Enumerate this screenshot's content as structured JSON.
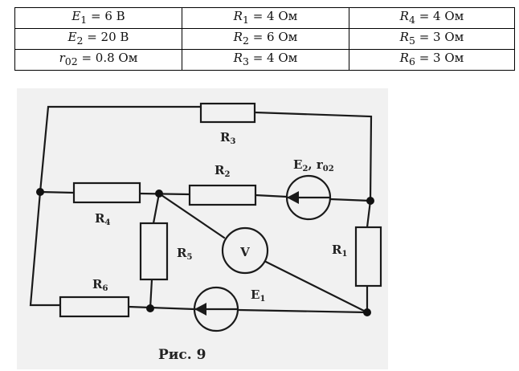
{
  "table": {
    "rows": [
      [
        {
          "sym": "E",
          "sub": "1",
          "value": " = 6 В"
        },
        {
          "sym": "R",
          "sub": "1",
          "value": " = 4 Ом"
        },
        {
          "sym": "R",
          "sub": "4",
          "value": " = 4 Ом"
        }
      ],
      [
        {
          "sym": "E",
          "sub": "2",
          "value": " = 20 В"
        },
        {
          "sym": "R",
          "sub": "2",
          "value": " = 6 Ом"
        },
        {
          "sym": "R",
          "sub": "5",
          "value": " = 3 Ом"
        }
      ],
      [
        {
          "sym": "r",
          "sub": "02",
          "value": " = 0.8 Ом"
        },
        {
          "sym": "R",
          "sub": "3",
          "value": " = 4 Ом"
        },
        {
          "sym": "R",
          "sub": "6",
          "value": " = 3 Ом"
        }
      ]
    ]
  },
  "figure": {
    "labels": {
      "R3": {
        "main": "R",
        "sub": "3"
      },
      "R2": {
        "main": "R",
        "sub": "2"
      },
      "R4": {
        "main": "R",
        "sub": "4"
      },
      "R5": {
        "main": "R",
        "sub": "5"
      },
      "R1": {
        "main": "R",
        "sub": "1"
      },
      "R6": {
        "main": "R",
        "sub": "6"
      },
      "E2": {
        "main": "E",
        "sub": "2",
        "rest": ", r",
        "sub2": "02"
      },
      "E1": {
        "main": "E",
        "sub": "1"
      },
      "voltmeter": "V"
    },
    "caption": "Рис. 9"
  }
}
